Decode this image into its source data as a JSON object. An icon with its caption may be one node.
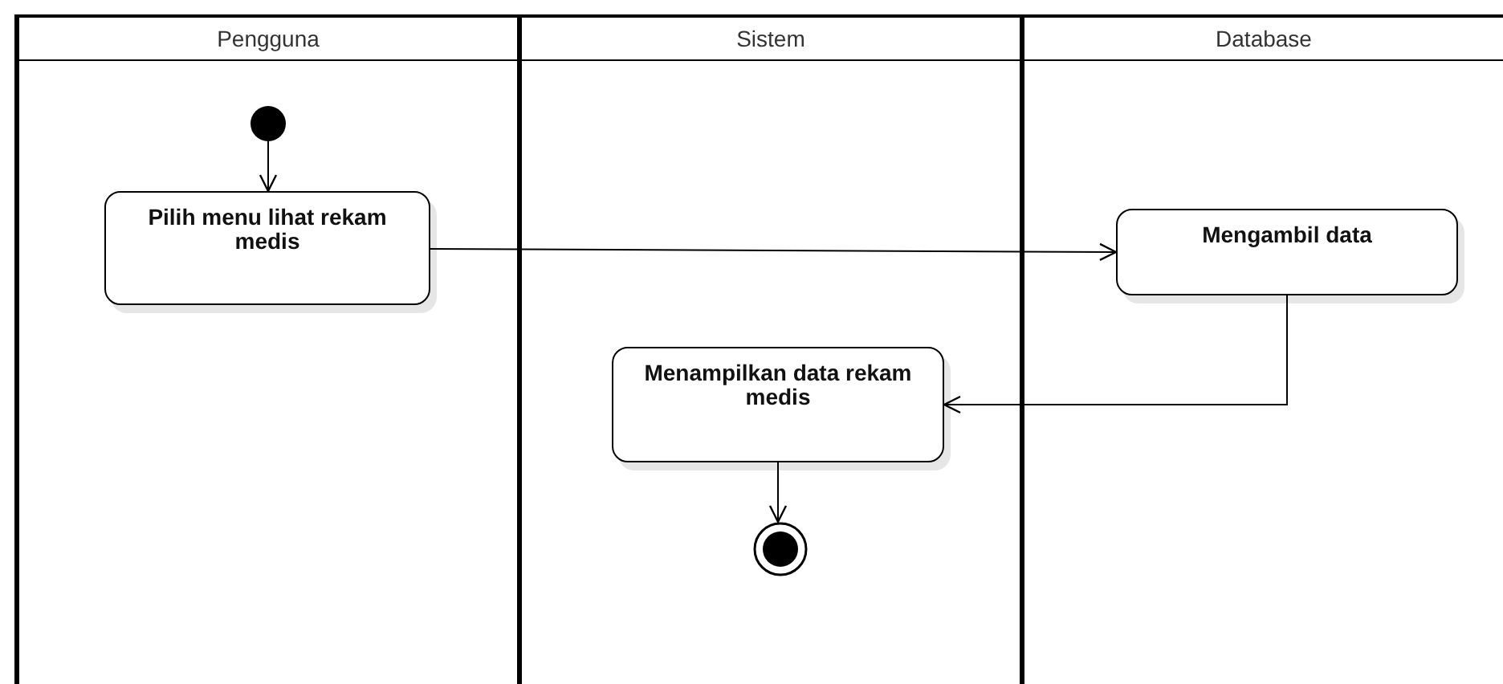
{
  "diagram": {
    "nodes": [
      {
        "text": [
          "Pengguna"
        ]
      },
      {
        "text": [
          "Sistem"
        ]
      },
      {
        "text": [
          "Database"
        ]
      },
      {
        "text": [],
        "shape": "circle",
        "in": 0
      },
      {
        "text": [
          "Pilih menu lihat rekam medis"
        ],
        "in": 0
      },
      {
        "text": [
          "Mengambil data"
        ],
        "in": 2
      },
      {
        "text": [
          "Menampilkan data rekam medis"
        ],
        "in": 1
      },
      {
        "text": [],
        "shape": "circle",
        "in": 1
      }
    ],
    "edges": [
      {
        "from": 3,
        "to": 4,
        "arrow": "to"
      },
      {
        "from": 4,
        "to": 5,
        "arrow": "to"
      },
      {
        "from": 5,
        "to": 6,
        "arrow": "to"
      },
      {
        "from": 6,
        "to": 7,
        "arrow": "to"
      }
    ]
  }
}
